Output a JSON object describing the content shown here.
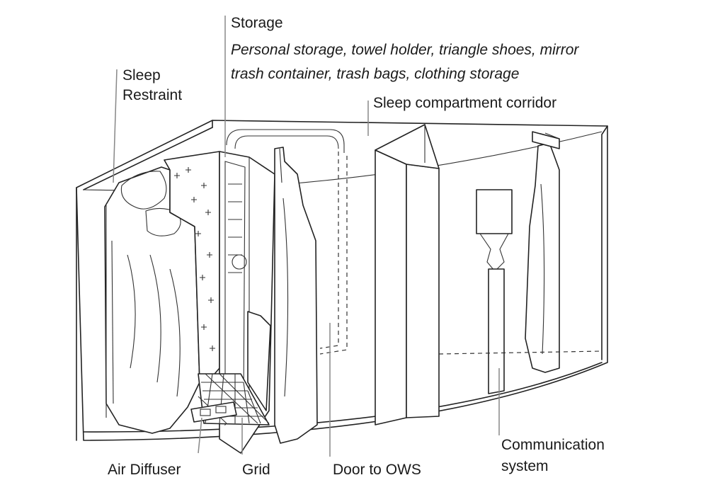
{
  "labels": {
    "storage": {
      "title": "Storage",
      "detail_1": "Personal storage, towel holder, triangle shoes, mirror",
      "detail_2": "trash container, trash bags, clothing storage"
    },
    "sleep_restraint": {
      "line_1": "Sleep",
      "line_2": "Restraint"
    },
    "corridor": "Sleep compartment corridor",
    "communication": {
      "line_1": "Communication",
      "line_2": "system"
    },
    "air_diffuser": "Air Diffuser",
    "grid": "Grid",
    "door": "Door to OWS"
  }
}
